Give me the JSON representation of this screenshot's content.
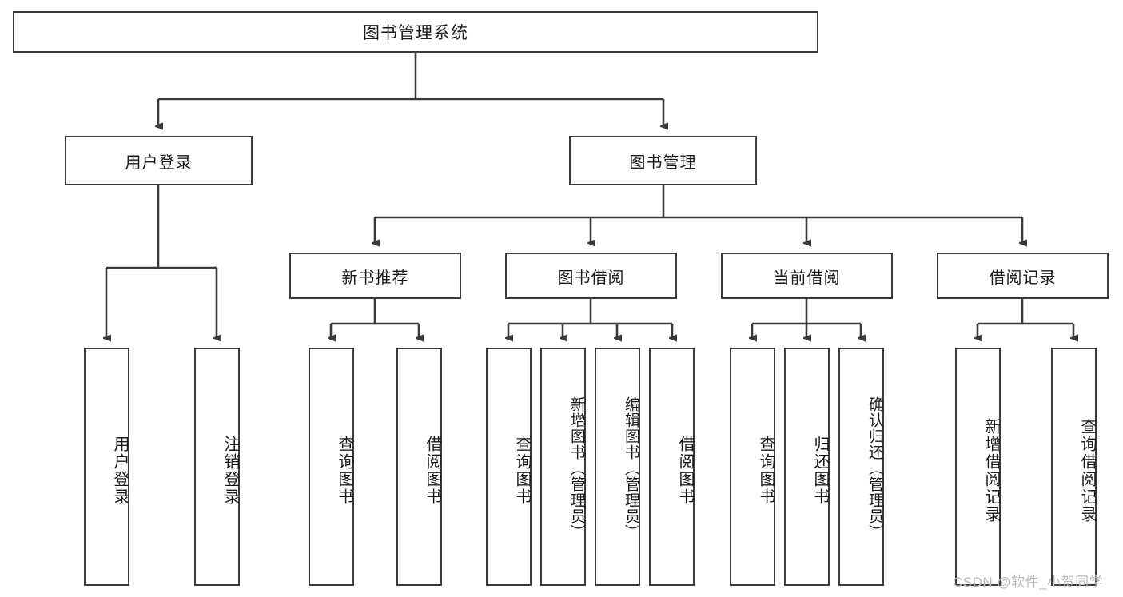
{
  "diagram": {
    "type": "tree",
    "title": "图书管理系统",
    "root": {
      "label": "图书管理系统"
    },
    "level2": [
      {
        "label": "用户登录"
      },
      {
        "label": "图书管理"
      }
    ],
    "level3": [
      {
        "label": "新书推荐"
      },
      {
        "label": "图书借阅"
      },
      {
        "label": "当前借阅"
      },
      {
        "label": "借阅记录"
      }
    ],
    "leaves": {
      "user_login": [
        {
          "label": "用户登录"
        },
        {
          "label": "注销登录"
        }
      ],
      "new_book_recommend": [
        {
          "label": "查询图书"
        },
        {
          "label": "借阅图书"
        }
      ],
      "book_borrow": [
        {
          "label": "查询图书"
        },
        {
          "label": "新增图书（管理员）"
        },
        {
          "label": "编辑图书（管理员）"
        },
        {
          "label": "借阅图书"
        }
      ],
      "current_borrow": [
        {
          "label": "查询图书"
        },
        {
          "label": "归还图书"
        },
        {
          "label": "确认归还（管理员）"
        }
      ],
      "borrow_record": [
        {
          "label": "新增借阅记录"
        },
        {
          "label": "查询借阅记录"
        }
      ]
    },
    "colors": {
      "border": "#3a3a3a",
      "background": "#ffffff",
      "text": "#1b1b1b",
      "edge": "#3a3a3a",
      "watermark": "#b9b9b9"
    }
  },
  "watermark": {
    "text": "CSDN @软件_小贺同学"
  }
}
